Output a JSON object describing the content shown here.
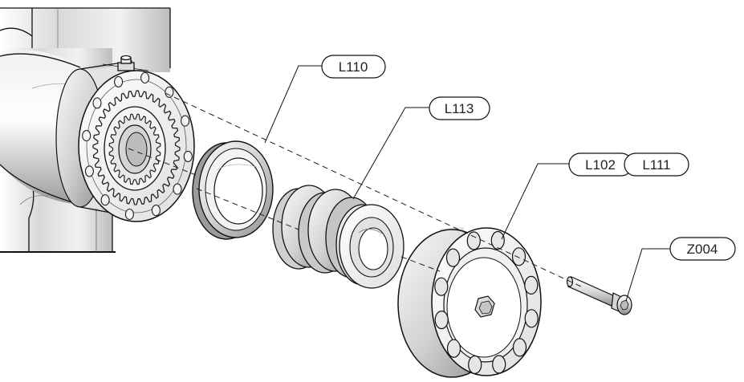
{
  "callouts": {
    "l110": "L110",
    "l113": "L113",
    "l102": "L102",
    "l111": "L111",
    "z004": "Z004"
  }
}
